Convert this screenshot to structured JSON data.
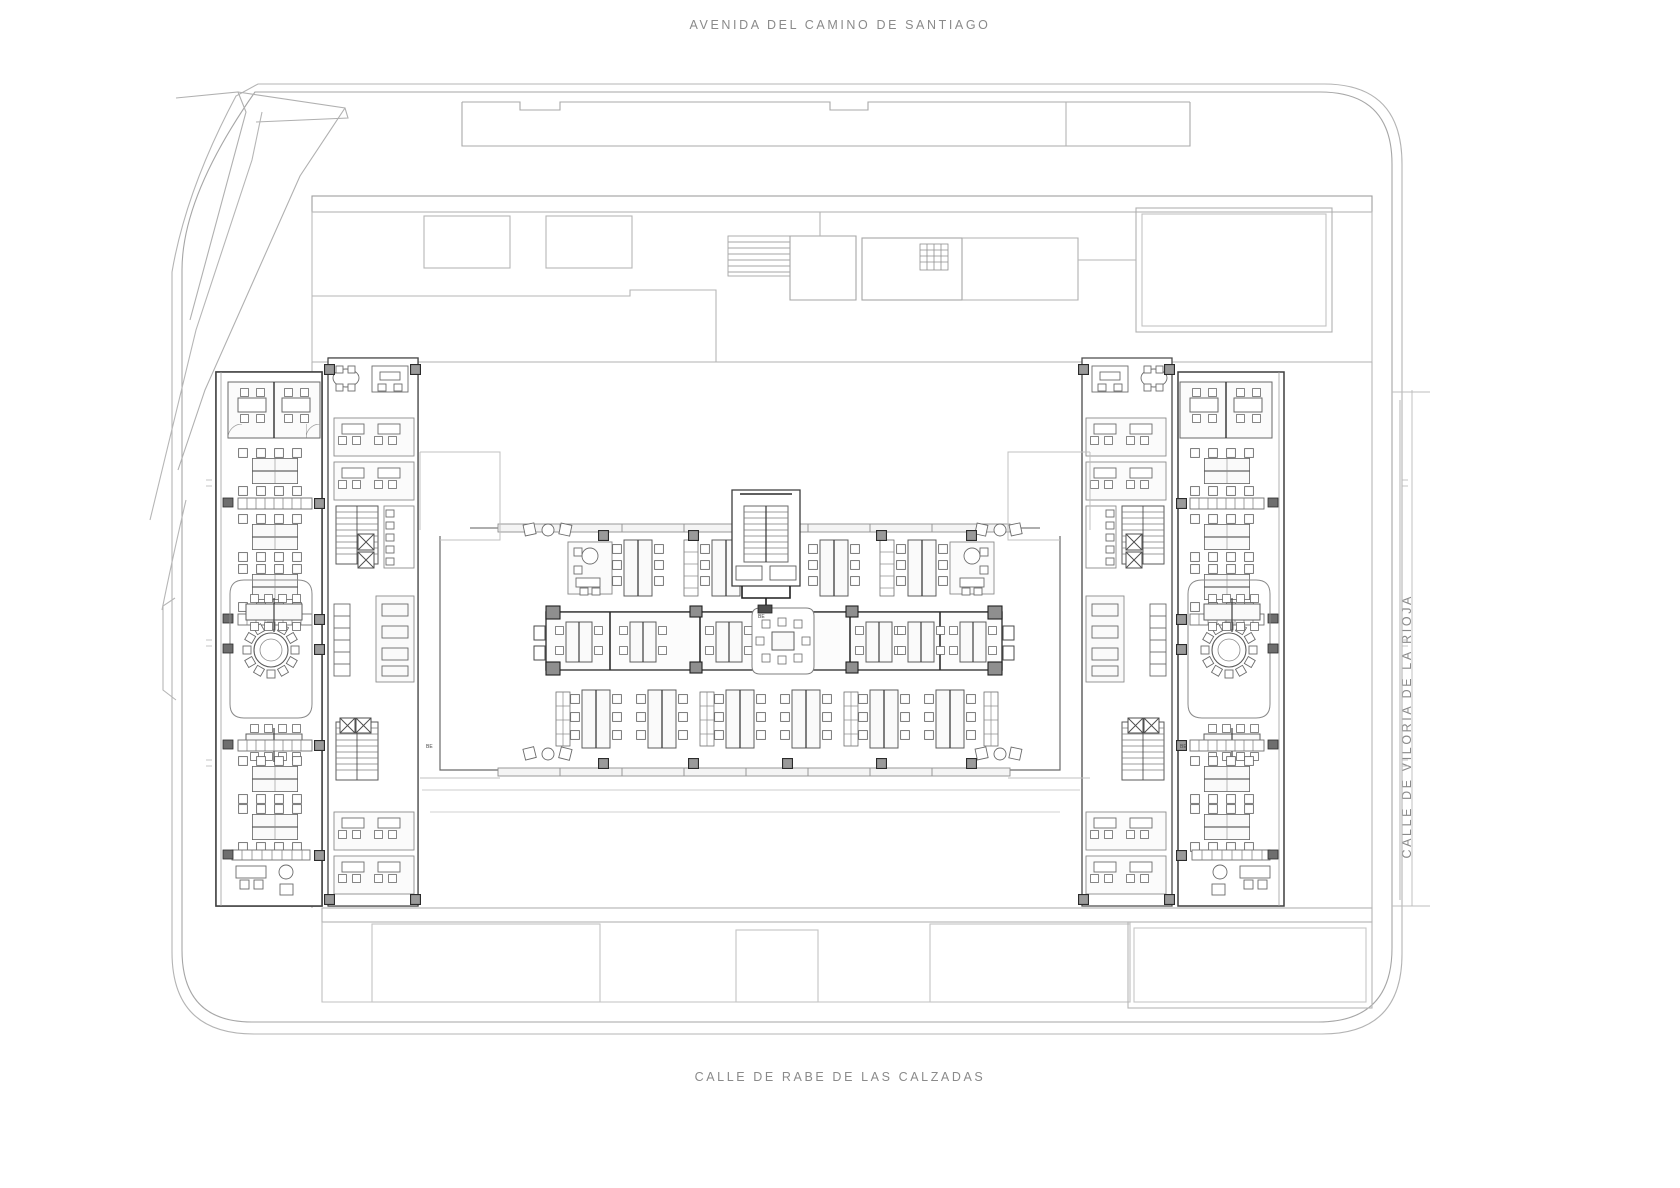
{
  "drawing": {
    "type": "architectural-floor-plan",
    "title": "",
    "sheet_background": "#ffffff",
    "line_color_site": "#9a9a9a",
    "line_color_walls": "#4d4d4d",
    "line_color_structure": "#111111",
    "line_color_furniture": "#5a5a5a",
    "fill_light": "#f2f2f2",
    "fill_mid": "#d9d9d9",
    "fill_dark": "#8c8c8c"
  },
  "streets": {
    "north": {
      "name": "AVENIDA  DEL  CAMINO  DE  SANTIAGO",
      "position": "top"
    },
    "south": {
      "name": "CALLE  DE  RABE  DE  LAS  CALZADAS",
      "position": "bottom"
    },
    "east": {
      "name": "CALLE  DE  VILORIA  DE  LA  RIOJA",
      "position": "right",
      "rotation_deg": -90
    }
  },
  "site": {
    "outline_note": "rounded rectangular plot with chamfered NW corner and curved access ramps",
    "corner_radius": 70
  },
  "building": {
    "footprint": "large rectangular office floor plate, symmetric about the vertical centre axis",
    "wings": [
      {
        "id": "west-wing",
        "side": "left"
      },
      {
        "id": "east-wing",
        "side": "right"
      },
      {
        "id": "central-spine",
        "side": "centre"
      }
    ]
  },
  "zones": [
    {
      "id": "nw-office-block",
      "label": "",
      "kind": "open-plan-desks",
      "chairs": 48
    },
    {
      "id": "sw-office-block",
      "label": "",
      "kind": "open-plan-desks",
      "chairs": 36
    },
    {
      "id": "ne-office-block",
      "label": "",
      "kind": "open-plan-desks",
      "chairs": 48
    },
    {
      "id": "se-office-block",
      "label": "",
      "kind": "open-plan-desks",
      "chairs": 36
    },
    {
      "id": "west-round-meeting-room",
      "label": "",
      "kind": "meeting-room-round-table",
      "seats": 12
    },
    {
      "id": "east-round-meeting-room",
      "label": "",
      "kind": "meeting-room-round-table",
      "seats": 12
    },
    {
      "id": "central-atrium",
      "label": "",
      "kind": "atrium-circulation"
    },
    {
      "id": "central-core-stair",
      "label": "",
      "kind": "stair-and-lift-core"
    },
    {
      "id": "west-stair-core",
      "label": "",
      "kind": "stair-core"
    },
    {
      "id": "east-stair-core",
      "label": "",
      "kind": "stair-core"
    },
    {
      "id": "west-toilets",
      "label": "",
      "kind": "wc-block"
    },
    {
      "id": "east-toilets",
      "label": "",
      "kind": "wc-block"
    },
    {
      "id": "north-plant-room",
      "label": "",
      "kind": "plant-room"
    },
    {
      "id": "south-service-yard",
      "label": "",
      "kind": "service-yard"
    }
  ],
  "furniture_legend": [
    {
      "symbol": "desk-bench",
      "name": "bench desk run"
    },
    {
      "symbol": "task-chair",
      "name": "task chair"
    },
    {
      "symbol": "round-table",
      "name": "round meeting table"
    },
    {
      "symbol": "lounge-seat",
      "name": "lounge seating"
    },
    {
      "symbol": "locker-bank",
      "name": "locker / storage bank"
    },
    {
      "symbol": "wc-fixture",
      "name": "sanitary fixture"
    },
    {
      "symbol": "stair-flight",
      "name": "stair flight"
    },
    {
      "symbol": "lift-car",
      "name": "lift car"
    },
    {
      "symbol": "column",
      "name": "structural column"
    }
  ],
  "scale_note": "",
  "north_arrow": ""
}
